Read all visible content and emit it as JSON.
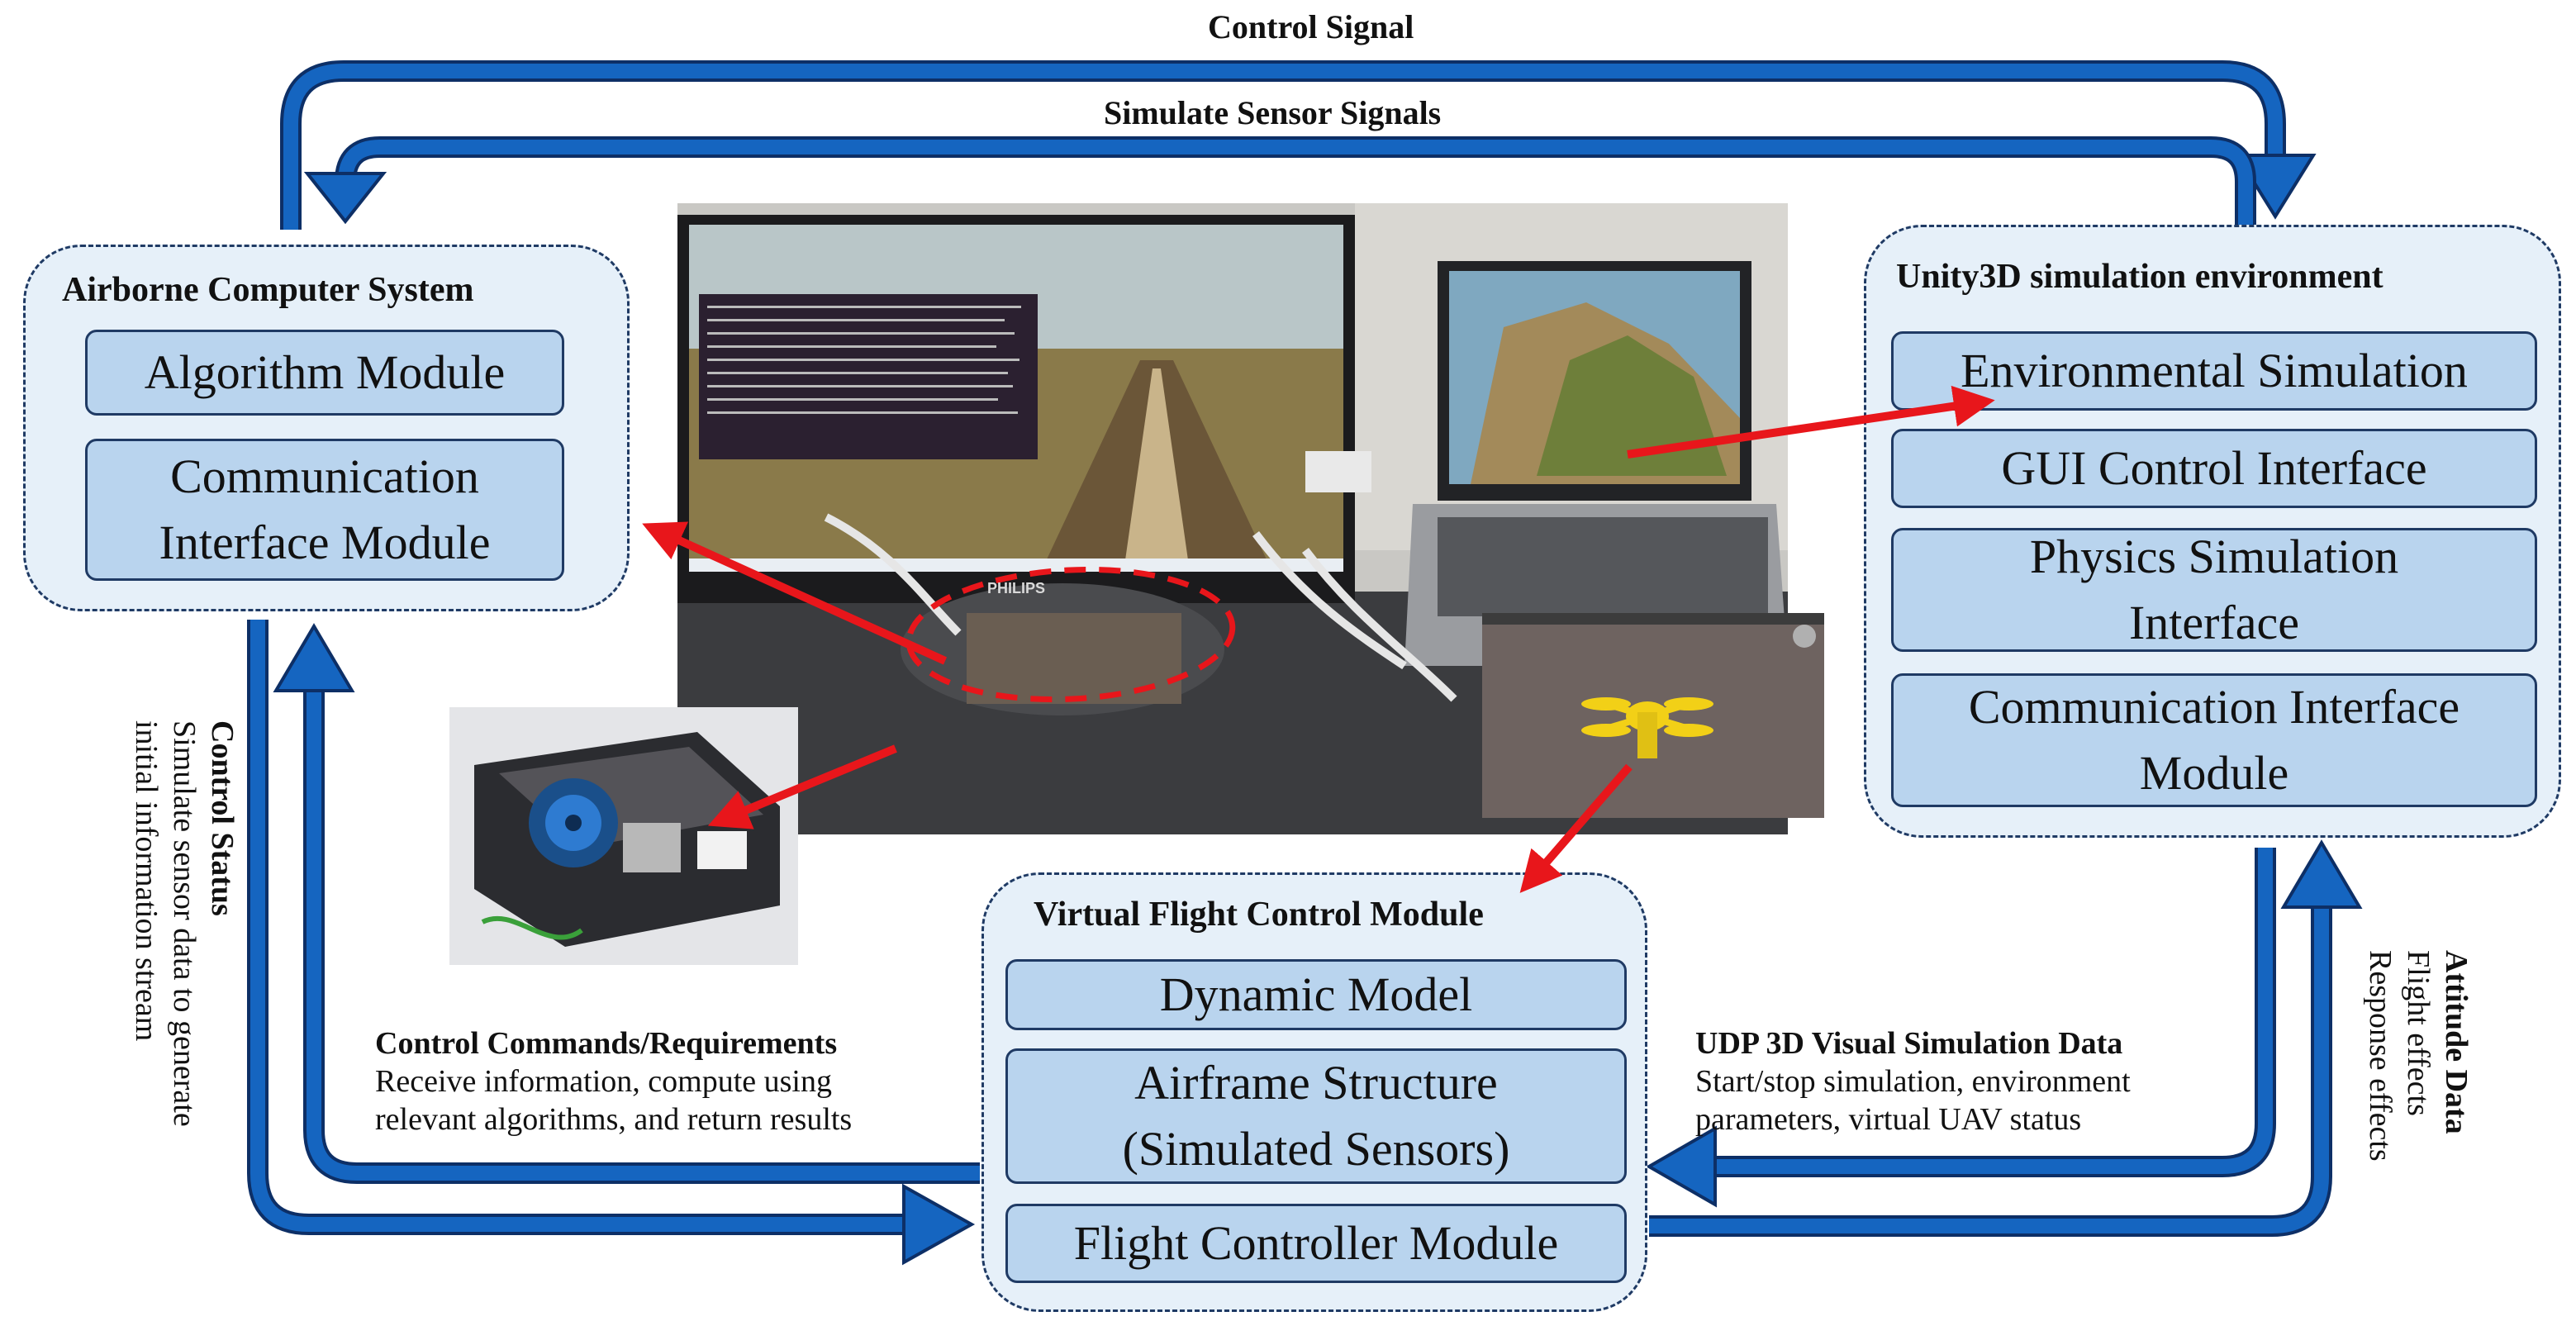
{
  "top_signals": {
    "control_signal": "Control Signal",
    "simulate_sensor_signals": "Simulate Sensor Signals"
  },
  "airborne": {
    "title": "Airborne Computer System",
    "modules": [
      "Algorithm Module",
      "Communication\nInterface Module"
    ]
  },
  "unity": {
    "title": "Unity3D simulation environment",
    "modules": [
      "Environmental Simulation",
      "GUI Control Interface",
      "Physics Simulation\nInterface",
      "Communication Interface\nModule"
    ]
  },
  "flight": {
    "title": "Virtual Flight Control Module",
    "modules": [
      "Dynamic Model",
      "Airframe Structure\n(Simulated Sensors)",
      "Flight Controller Module"
    ]
  },
  "left_side": {
    "heading": "Control Status",
    "line1": "Simulate sensor data to generate",
    "line2": "initial information stream"
  },
  "right_side": {
    "heading": "Attitude Data",
    "line1": "Flight effects",
    "line2": "Response effects"
  },
  "bottom_left": {
    "heading": "Control Commands/Requirements",
    "line1": "Receive information, compute using",
    "line2": "relevant algorithms, and return results"
  },
  "bottom_right": {
    "heading": "UDP 3D Visual Simulation Data",
    "line1": "Start/stop simulation, environment",
    "line2": "parameters, virtual UAV status"
  },
  "photo": {
    "monitor_brand": "PHILIPS"
  },
  "colors": {
    "flow_arrow": "#1565c0",
    "pointer_arrow": "#e8161b",
    "panel_fill": "#e6f0f9",
    "module_fill": "#b9d4ee",
    "border": "#1f3a64"
  }
}
